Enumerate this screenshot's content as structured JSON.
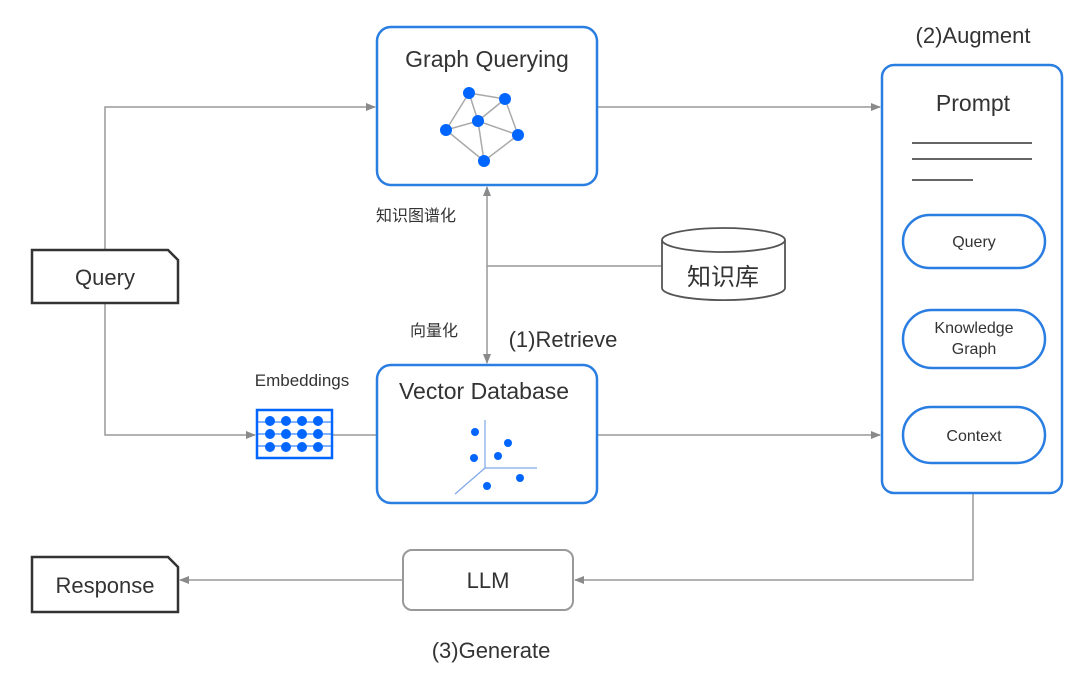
{
  "nodes": {
    "query": "Query",
    "response": "Response",
    "graph_querying": "Graph Querying",
    "vector_database": "Vector Database",
    "embeddings": "Embeddings",
    "knowledge_base": "知识库",
    "llm": "LLM",
    "prompt": {
      "title": "Prompt",
      "items": [
        "Query",
        "Knowledge Graph",
        "Context"
      ]
    }
  },
  "labels": {
    "graphify": "知识图谱化",
    "vectorize": "向量化",
    "retrieve": "(1)Retrieve",
    "augment": "(2)Augment",
    "generate": "(3)Generate"
  },
  "colors": {
    "accent": "#2a7de1",
    "node": "#0066ff",
    "edge": "#8a8a8a",
    "text": "#333333"
  }
}
